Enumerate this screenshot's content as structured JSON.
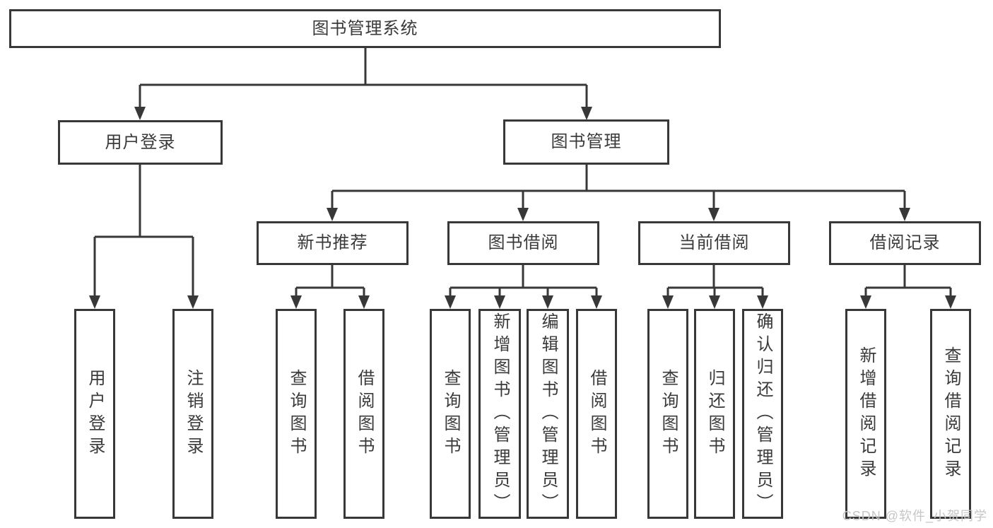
{
  "diagram": {
    "type": "tree",
    "title": "图书管理系统",
    "colors": {
      "line": "#383838",
      "box_border": "#383838",
      "text": "#3a3a3a",
      "background": "#ffffff"
    },
    "tree": {
      "label": "图书管理系统",
      "children": [
        {
          "label": "用户登录",
          "children": [
            {
              "label": "用户登录"
            },
            {
              "label": "注销登录"
            }
          ]
        },
        {
          "label": "图书管理",
          "children": [
            {
              "label": "新书推荐",
              "children": [
                {
                  "label": "查询图书"
                },
                {
                  "label": "借阅图书"
                }
              ]
            },
            {
              "label": "图书借阅",
              "children": [
                {
                  "label": "查询图书"
                },
                {
                  "label": "新增图书（管理员）"
                },
                {
                  "label": "编辑图书（管理员）"
                },
                {
                  "label": "借阅图书"
                }
              ]
            },
            {
              "label": "当前借阅",
              "children": [
                {
                  "label": "查询图书"
                },
                {
                  "label": "归还图书"
                },
                {
                  "label": "确认归还（管理员）"
                }
              ]
            },
            {
              "label": "借阅记录",
              "children": [
                {
                  "label": "新增借阅记录"
                },
                {
                  "label": "查询借阅记录"
                }
              ]
            }
          ]
        }
      ]
    }
  },
  "watermark": {
    "text": "CSDN @软件_小贺同学",
    "color": "#c6c6c6"
  }
}
